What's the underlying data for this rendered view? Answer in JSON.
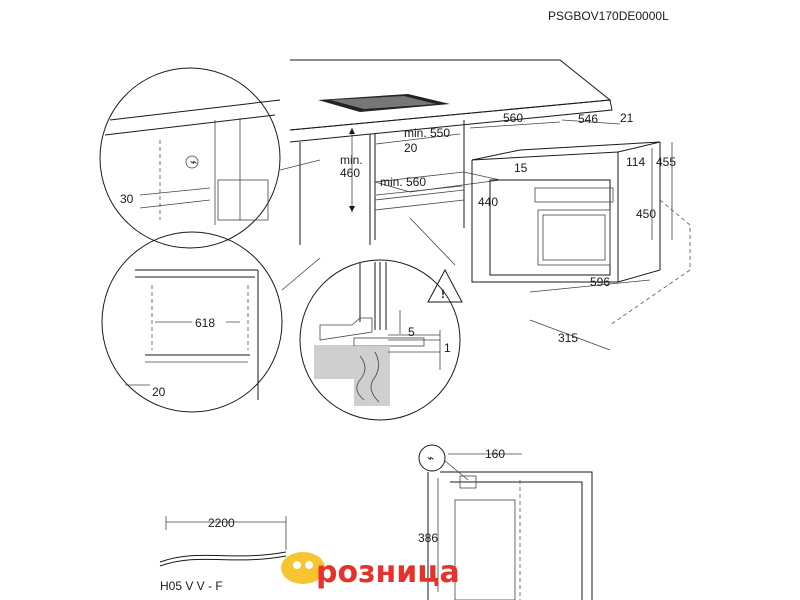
{
  "model_code": "PSGBOV170DE0000L",
  "dims": {
    "d560_top": "560",
    "d546": "546",
    "d21": "21",
    "d15": "15",
    "d114": "114",
    "d455": "455",
    "d440": "440",
    "d450": "450",
    "d596": "596",
    "d315": "315",
    "min550": "min. 550",
    "d20_cab": "20",
    "min460": "min.\n460",
    "min560": "min. 560",
    "d30": "30",
    "d618": "618",
    "d20_bottom": "20",
    "d5": "5",
    "d1": "1",
    "d160": "160",
    "d386": "386",
    "d2200": "2200",
    "cable_type": "H05 V V - F"
  },
  "logo": {
    "text": "розница",
    "color": "#e5322b"
  },
  "colors": {
    "line": "#1a1a1a",
    "fill_gray": "#cfcfcf",
    "hob": "#222222"
  }
}
